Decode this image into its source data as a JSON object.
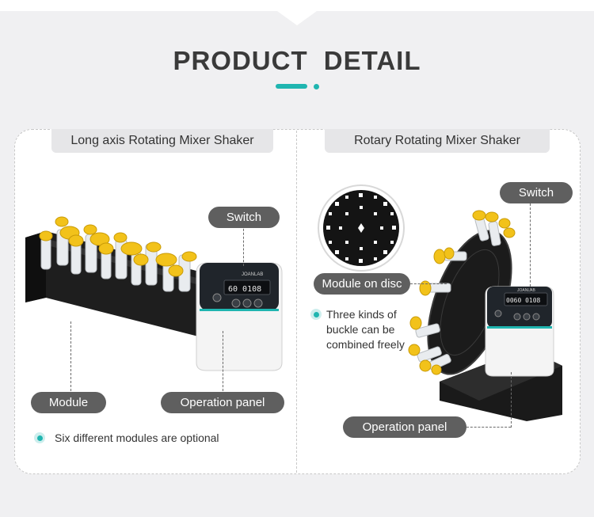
{
  "header": {
    "title": "PRODUCT DETAIL"
  },
  "left_section": {
    "tab_label": "Long axis Rotating Mixer Shaker",
    "callouts": {
      "switch": "Switch",
      "module": "Module",
      "operation_panel": "Operation panel"
    },
    "note": "Six different modules are optional",
    "display_readout": "60   0108",
    "brand": "JOANLAB"
  },
  "right_section": {
    "tab_label": "Rotary Rotating Mixer Shaker",
    "callouts": {
      "switch": "Switch",
      "module_on_disc": "Module on disc",
      "operation_panel": "Operation panel"
    },
    "note_lines": [
      "Three kinds of",
      "buckle can be",
      "combined freely"
    ],
    "display_readout": "0060   0108",
    "brand": "JOANLAB"
  },
  "colors": {
    "accent": "#1fb5b0",
    "pill": "#5f5f5f",
    "tube_cap": "#f2c21a"
  }
}
